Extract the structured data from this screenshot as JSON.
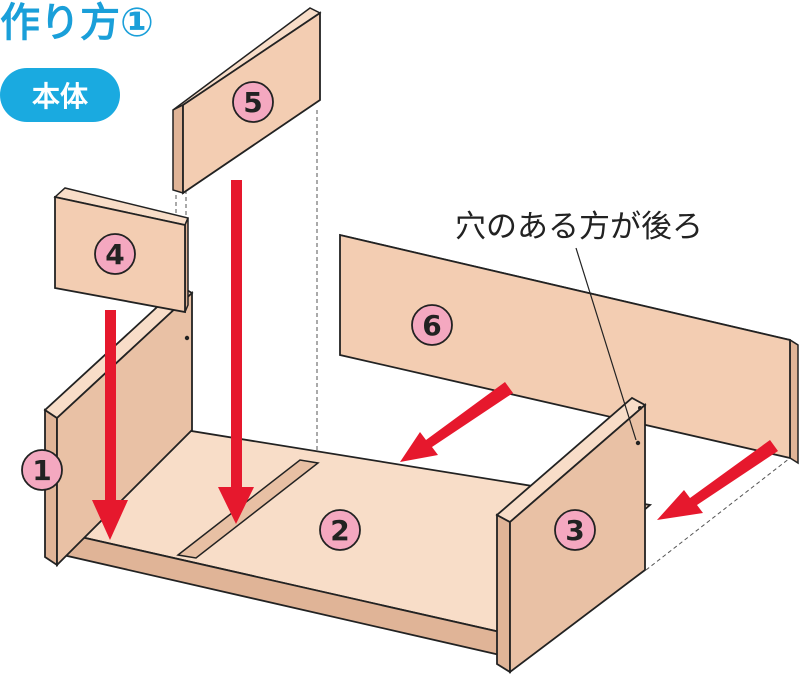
{
  "header": {
    "title": "作り方①",
    "badge": "本体"
  },
  "note": {
    "text": "穴のある方が後ろ"
  },
  "parts": [
    {
      "id": "part-1",
      "label": "1"
    },
    {
      "id": "part-2",
      "label": "2"
    },
    {
      "id": "part-3",
      "label": "3"
    },
    {
      "id": "part-4",
      "label": "4"
    },
    {
      "id": "part-5",
      "label": "5"
    },
    {
      "id": "part-6",
      "label": "6"
    }
  ],
  "colors": {
    "title": "#1a9fd9",
    "badge": "#1aaae0",
    "wood_face": "#f3cdb2",
    "wood_side": "#e0b497",
    "wood_edge": "#f8ddc8",
    "label_circle": "#f4a8c0",
    "arrow": "#e6182d",
    "outline": "#222222"
  }
}
